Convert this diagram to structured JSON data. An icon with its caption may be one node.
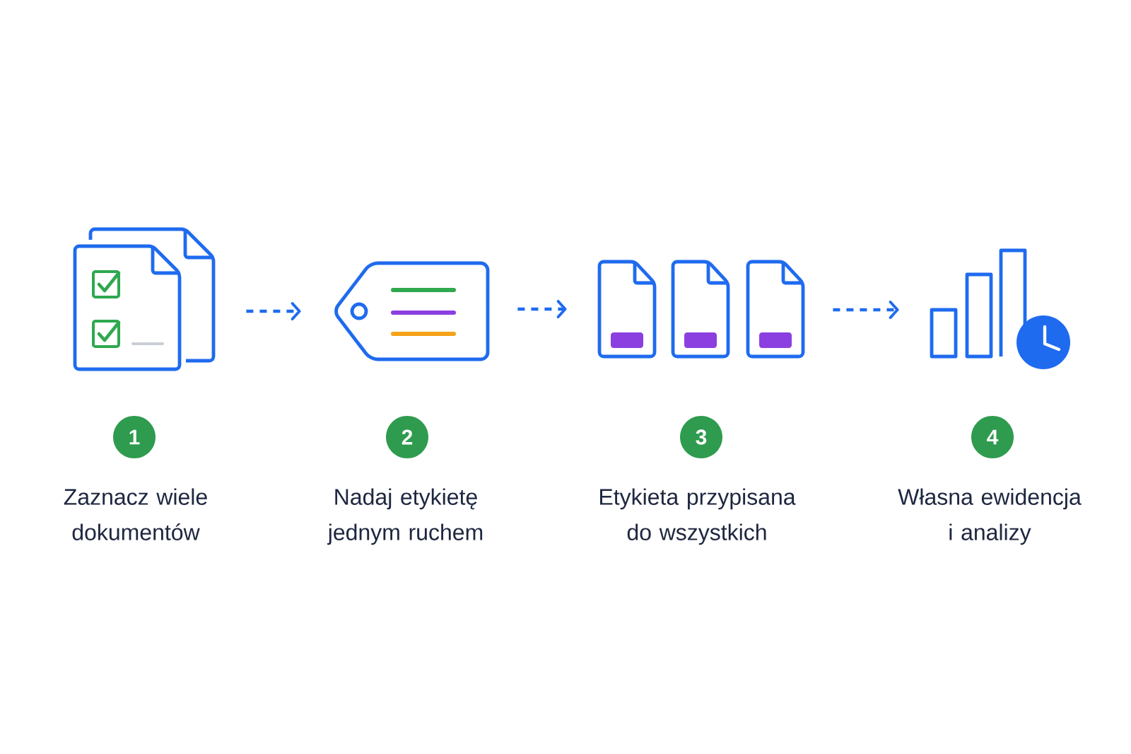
{
  "diagram": {
    "nodes": [
      {
        "text": [],
        "shape": "picture"
      },
      {
        "text": [],
        "shape": "picture"
      },
      {
        "text": [],
        "shape": "picture"
      },
      {
        "text": [],
        "shape": "picture"
      },
      {
        "text": [
          "1"
        ],
        "beside": [
          "Zaznacz wiele dokumentów"
        ]
      },
      {
        "text": [
          "2"
        ],
        "beside": [
          "Nadaj etykietę jednym ruchem"
        ]
      },
      {
        "text": [
          "3"
        ],
        "beside": [
          "Etykieta przypisana do wszystkich"
        ]
      },
      {
        "text": [
          "4"
        ],
        "beside": [
          "Własna ewidencja i analizy"
        ]
      }
    ],
    "edges": [
      {
        "from": 0,
        "to": 1,
        "arrow": "to",
        "style": "dashed"
      },
      {
        "from": 1,
        "to": 2,
        "arrow": "to",
        "style": "dashed"
      },
      {
        "from": 2,
        "to": 3,
        "arrow": "to",
        "style": "dashed"
      }
    ]
  }
}
